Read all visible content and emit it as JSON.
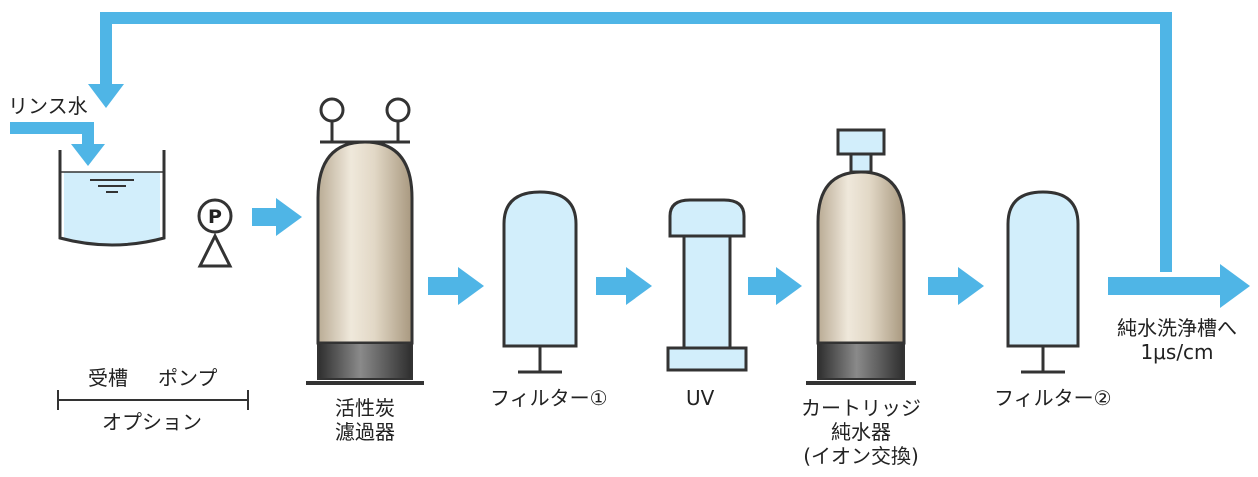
{
  "labels": {
    "rinse_water": "リンス水",
    "receiving_tank": "受槽",
    "pump": "ポンプ",
    "option": "オプション",
    "carbon_filter": [
      "活性炭",
      "濾過器"
    ],
    "filter1": "フィルター①",
    "uv": "UV",
    "cartridge": [
      "カートリッジ",
      "純水器",
      "(イオン交換)"
    ],
    "filter2": "フィルター②",
    "outlet": [
      "純水洗浄槽へ",
      "1μs/cm"
    ],
    "pump_symbol": "P"
  },
  "colors": {
    "flow_arrow": "#4fb5e6",
    "vessel_fill": "#d2eefb",
    "tank_body": "#e8dfcf",
    "tank_base": "#4a4a4a",
    "outline": "#333333"
  }
}
